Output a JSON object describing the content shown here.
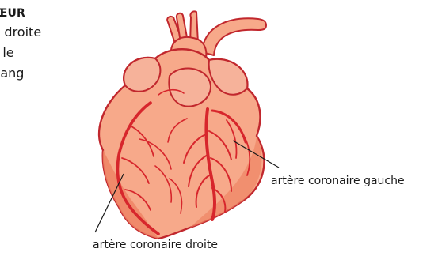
{
  "intro": {
    "heading": "DU CŒUR",
    "lines": [
      "s droite",
      "t le",
      "sang"
    ]
  },
  "labels": {
    "left_coronary": "artère coronaire gauche",
    "right_coronary": "artère coronaire droite"
  },
  "icons": {
    "heart": "heart-anatomy-illustration"
  },
  "colors": {
    "heart_fill": "#f7a98a",
    "heart_shadow": "#ee8464",
    "heart_outline": "#c1272d",
    "artery": "#d7262c",
    "text": "#1a1a1a"
  }
}
